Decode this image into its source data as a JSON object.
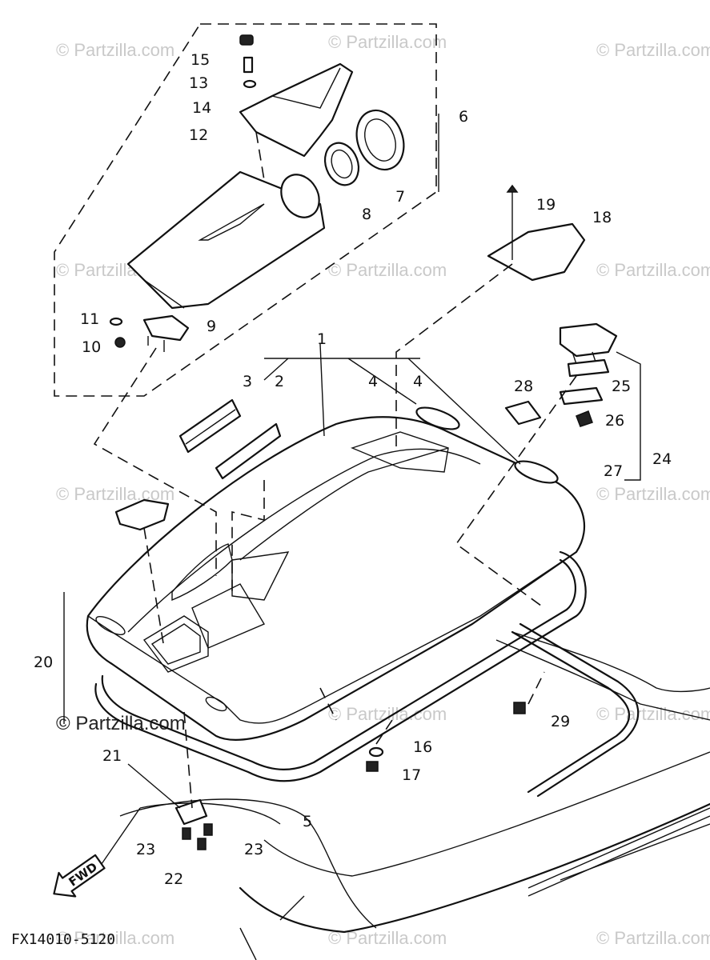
{
  "diagram": {
    "code": "FX14010-5120",
    "watermark": "© Partzilla.com",
    "watermark_main": "© Partzilla.com",
    "fwd_label": "FWD",
    "callouts": [
      "1",
      "2",
      "3",
      "4",
      "4",
      "5",
      "6",
      "7",
      "8",
      "9",
      "10",
      "11",
      "12",
      "13",
      "14",
      "15",
      "16",
      "17",
      "18",
      "19",
      "20",
      "21",
      "22",
      "23",
      "23",
      "24",
      "25",
      "26",
      "27",
      "28",
      "29"
    ]
  }
}
